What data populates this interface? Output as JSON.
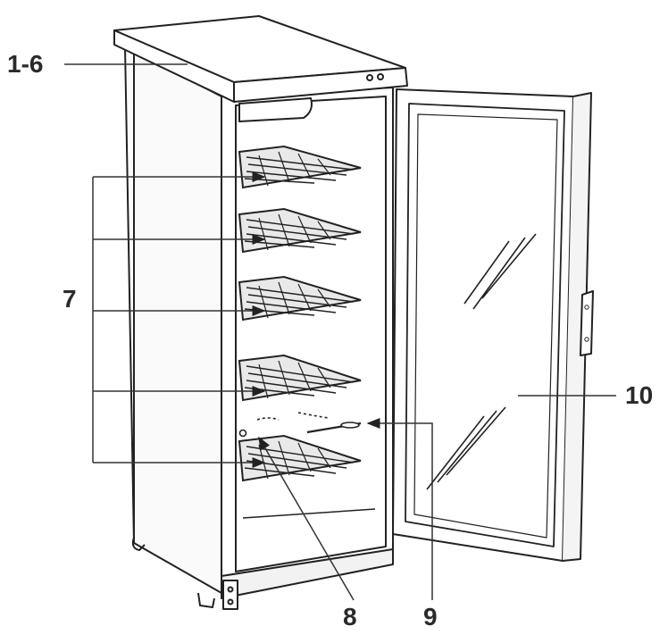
{
  "figure": {
    "background": "#ffffff",
    "line_color": "#222222",
    "label_color": "#2a2a2a"
  },
  "callouts": {
    "top_assembly": "1-6",
    "shelves": "7",
    "item_8": "8",
    "item_9": "9",
    "door": "10"
  },
  "diagram": {
    "shelf_count": 5,
    "door_state": "open"
  }
}
